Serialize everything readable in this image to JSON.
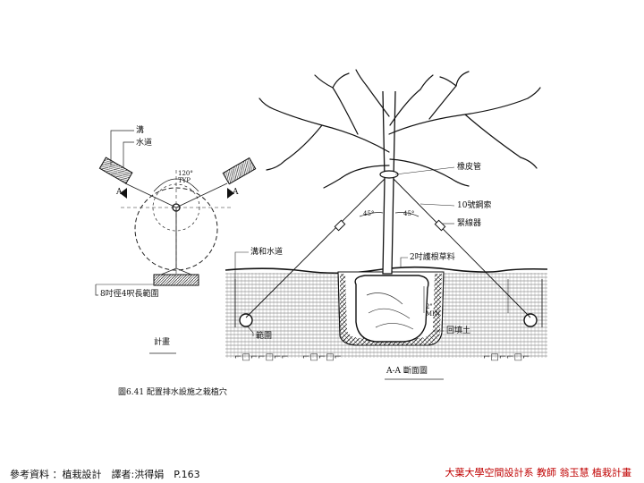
{
  "plan": {
    "label_trench": "溝",
    "label_waterway": "水道",
    "label_angle": "120°",
    "label_typ": "TYP",
    "label_a_left": "A",
    "label_a_right": "A",
    "label_circle": "8吋徑4呎長範圍",
    "title": "計畫"
  },
  "section": {
    "label_rubber": "橡皮管",
    "label_wire": "10號鋼索",
    "label_tightener": "緊線器",
    "label_drain": "溝和水道",
    "label_mulch": "2吋護根草料",
    "label_angle_left": "45°",
    "label_angle_right": "45°",
    "label_dim": "2\" MIN",
    "label_ring": "範圍",
    "label_backfill": "回填土",
    "title": "A-A 斷面圖"
  },
  "figure_caption": "圖6.41  配置排水設施之栽植穴",
  "footer": {
    "reference": "參考資料 ：植栽設計　譯者:洪得娟　P.163",
    "credit": "大葉大學空間設計系 教師 翁玉慧 植栽計畫"
  }
}
